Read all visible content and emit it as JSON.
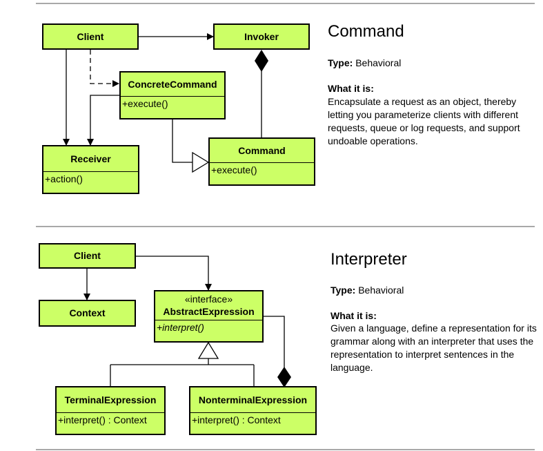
{
  "command": {
    "title": "Command",
    "type_label": "Type:",
    "type_value": "Behavioral",
    "what_label": "What it is:",
    "description": "Encapsulate a request as an object, thereby letting you parameterize clients with different requests, queue or log requests, and support undoable operations.",
    "classes": {
      "client": {
        "name": "Client"
      },
      "invoker": {
        "name": "Invoker"
      },
      "concrete_command": {
        "name": "ConcreteCommand",
        "op": "+execute()"
      },
      "receiver": {
        "name": "Receiver",
        "op": "+action()"
      },
      "command": {
        "name": "Command",
        "op": "+execute()"
      }
    }
  },
  "interpreter": {
    "title": "Interpreter",
    "type_label": "Type:",
    "type_value": "Behavioral",
    "what_label": "What it is:",
    "description": "Given a language, define a representation for its grammar along with an interpreter that uses the representation to interpret sentences in the language.",
    "classes": {
      "client": {
        "name": "Client"
      },
      "context": {
        "name": "Context"
      },
      "abstract_expression": {
        "stereotype": "«interface»",
        "name": "AbstractExpression",
        "op": "+interpret()"
      },
      "terminal_expression": {
        "name": "TerminalExpression",
        "op": "+interpret() : Context"
      },
      "nonterminal_expression": {
        "name": "NonterminalExpression",
        "op": "+interpret() : Context"
      }
    }
  },
  "colors": {
    "class_fill": "#ccff66",
    "divider": "#a8a8a8"
  }
}
